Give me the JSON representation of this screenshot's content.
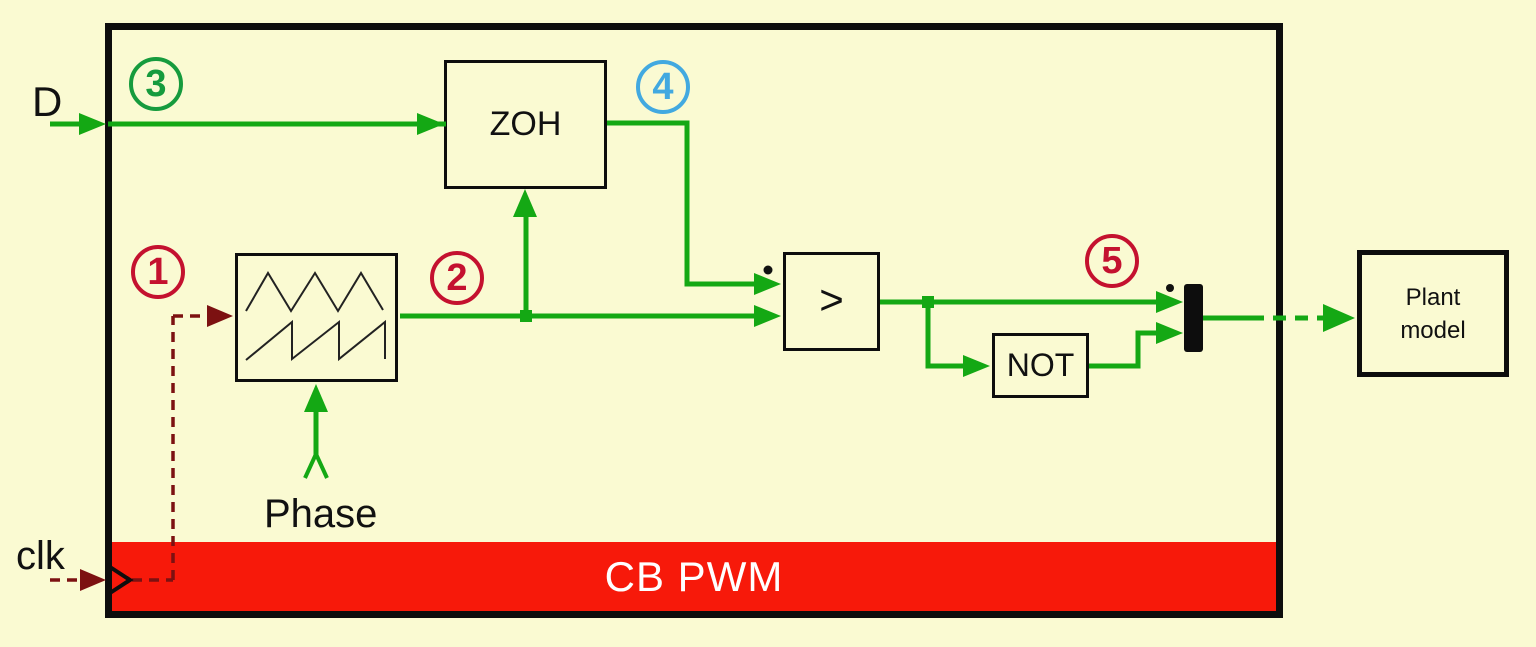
{
  "theme": {
    "background": "#FAFAD2",
    "line_green": "#14A814",
    "signal_maroon": "#7C1111",
    "banner_red": "#F7190A",
    "banner_text": "#FFFFFF",
    "marker_red": "#C4112F",
    "marker_green": "#169B3D",
    "marker_blue": "#42A9E0",
    "block_border": "#0D0D0D",
    "waveform_ink": "#222222"
  },
  "diagram": {
    "banner_title": "CB PWM",
    "labels": {
      "input_d": "D",
      "input_clk": "clk",
      "input_phase": "Phase"
    },
    "blocks": {
      "zoh": {
        "label": "ZOH"
      },
      "carrier_generator": {
        "description": "triangle and sawtooth carrier waveforms"
      },
      "comparator": {
        "label": ">"
      },
      "not_gate": {
        "label": "NOT"
      },
      "plant": {
        "label": "Plant model"
      }
    },
    "markers": [
      {
        "label": "1",
        "color": "#C4112F"
      },
      {
        "label": "2",
        "color": "#C4112F"
      },
      {
        "label": "3",
        "color": "#169B3D"
      },
      {
        "label": "4",
        "color": "#42A9E0"
      },
      {
        "label": "5",
        "color": "#C4112F"
      }
    ]
  }
}
